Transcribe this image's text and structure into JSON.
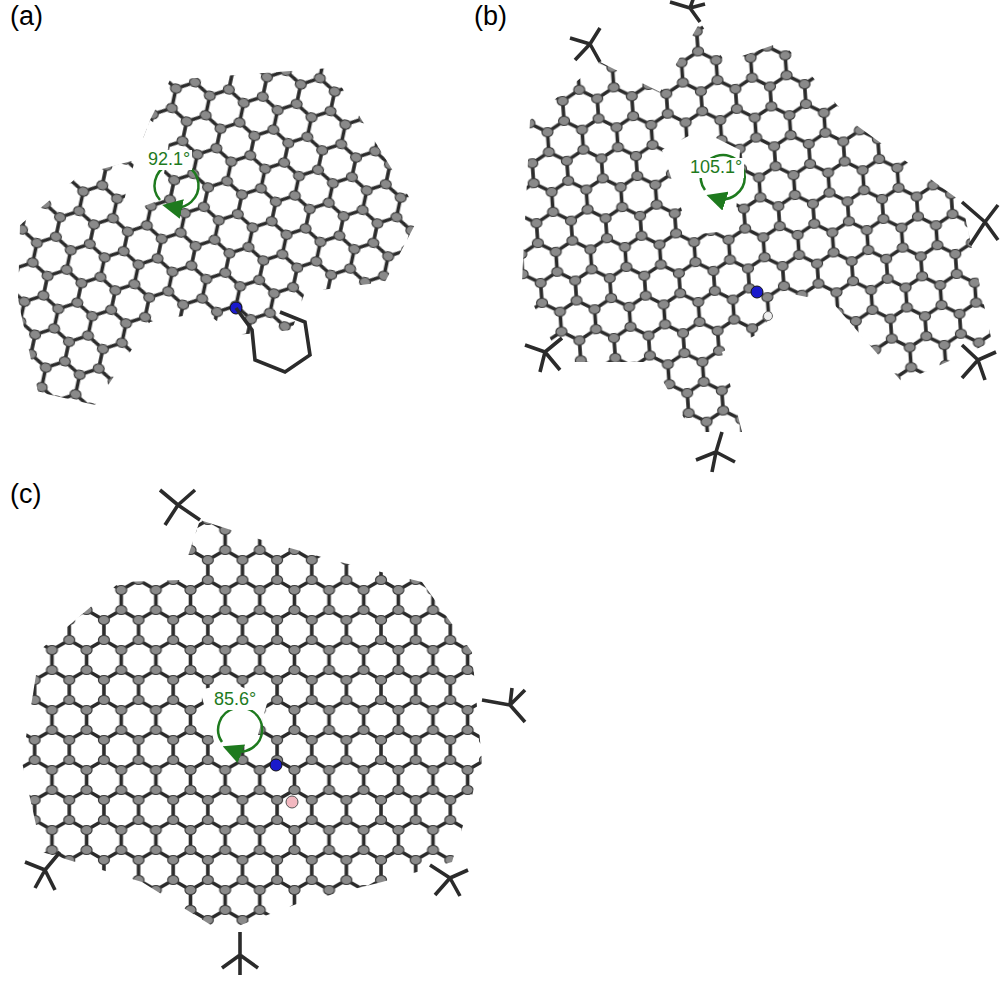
{
  "diagram": {
    "labels": [
      "(a)",
      "(b)",
      "(c)",
      "92.1°",
      "105.1°",
      "85.6°"
    ]
  }
}
